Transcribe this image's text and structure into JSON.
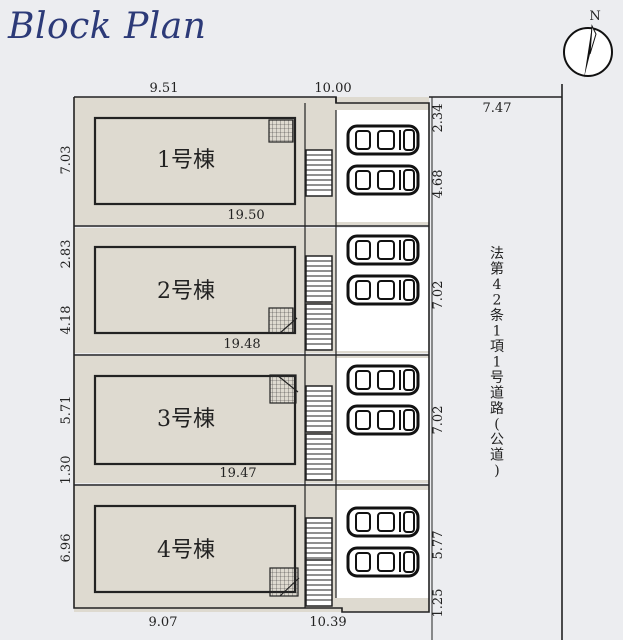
{
  "title": "Block Plan",
  "compass": {
    "label": "N"
  },
  "buildings": [
    {
      "label": "1号棟"
    },
    {
      "label": "2号棟"
    },
    {
      "label": "3号棟"
    },
    {
      "label": "4号棟"
    }
  ],
  "dimensions": {
    "top_left": "9.51",
    "top_right": "10.00",
    "road_width": "7.47",
    "bottom_left": "9.07",
    "bottom_right": "10.39",
    "lot1_left": "7.03",
    "lot2_left_top": "2.83",
    "lot2_left_bottom": "4.18",
    "lot3_left": "5.71",
    "lot34_left": "1.30",
    "lot4_left": "6.96",
    "right_1": "2.34",
    "right_2": "4.68",
    "right_3": "7.02",
    "right_4": "7.02",
    "right_5": "5.77",
    "right_6": "1.25",
    "lot1_depth": "19.50",
    "lot2_depth": "19.48",
    "lot3_depth": "19.47"
  },
  "road_label": "法第42条1項1号道路(公道)"
}
